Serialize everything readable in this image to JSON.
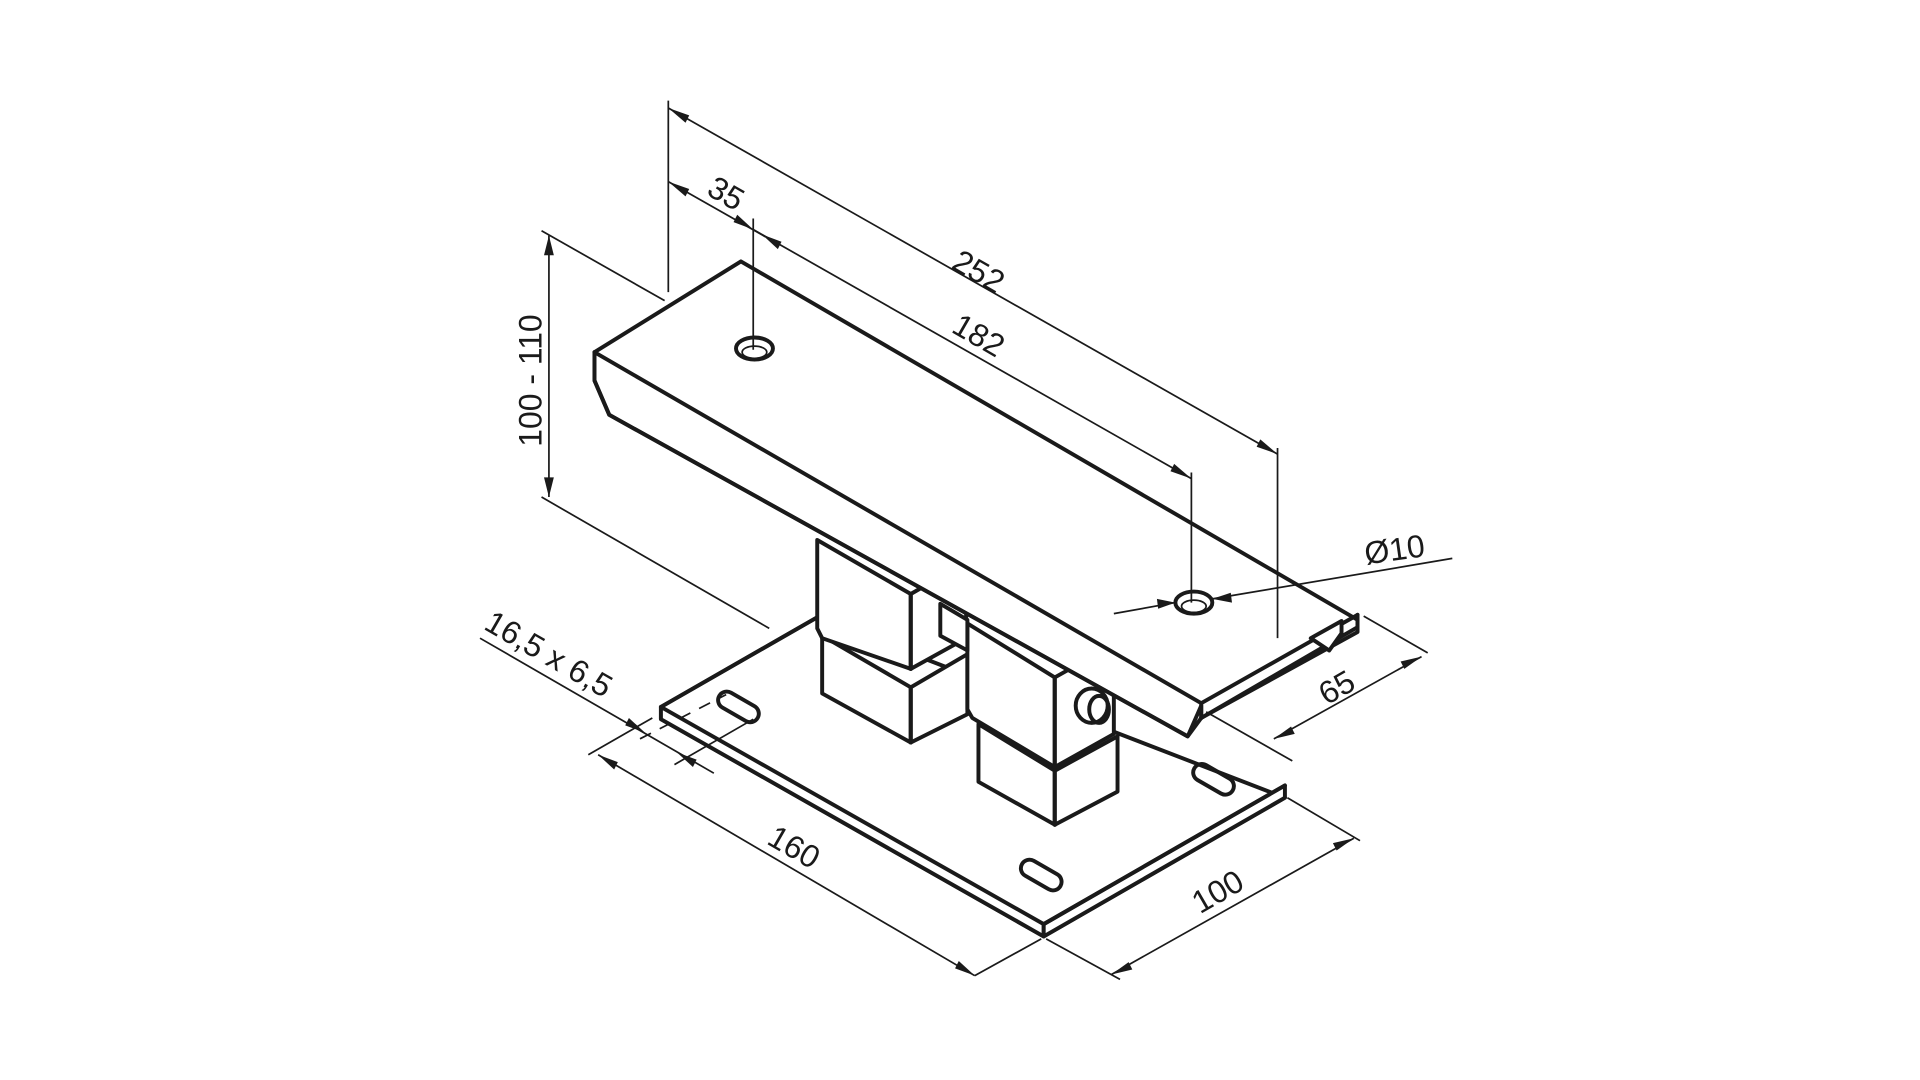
{
  "drawing": {
    "title": "Isometric post base bracket dimension drawing",
    "units": "mm",
    "line_color": "#1a1a1a",
    "background": "#ffffff"
  },
  "dimensions": {
    "overall_length": "252",
    "hole_spacing": "182",
    "hole_offset": "35",
    "height_range": "100 - 110",
    "hole_diameter": "Ø10",
    "top_width": "65",
    "slot_size": "16,5 x 6,5",
    "base_length": "160",
    "base_width": "100"
  }
}
